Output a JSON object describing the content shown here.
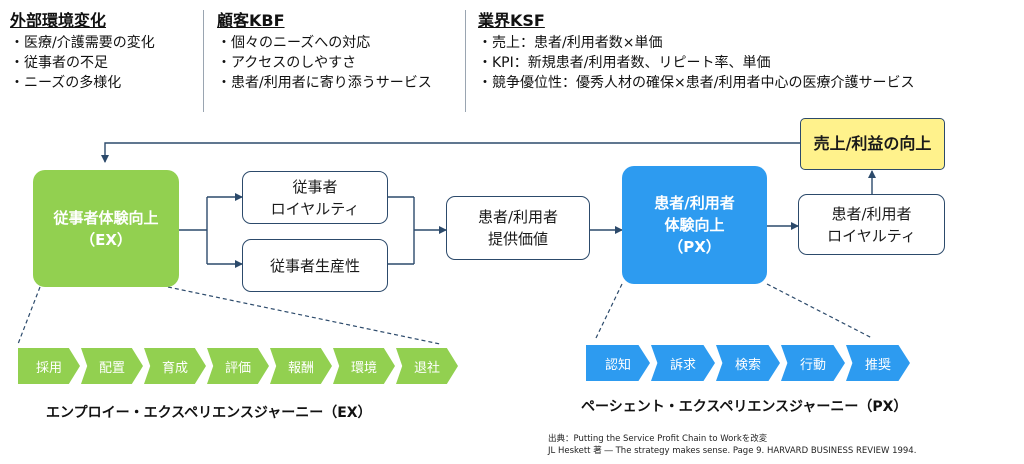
{
  "headers": {
    "external": {
      "title": "外部環境変化",
      "items": [
        "・医療/介護需要の変化",
        "・従事者の不足",
        "・ニーズの多様化"
      ]
    },
    "customer": {
      "title": "顧客KBF",
      "items": [
        "・個々のニーズへの対応",
        "・アクセスのしやすさ",
        "・患者/利用者に寄り添うサービス"
      ]
    },
    "industry": {
      "title": "業界KSF",
      "items": [
        "・売上：患者/利用者数×単価",
        "・KPI：新規患者/利用者数、リピート率、単価",
        "・競争優位性：優秀人材の確保×患者/利用者中心の医療介護サービス"
      ]
    }
  },
  "chain": {
    "ex": "従事者体験向上\n（EX）",
    "loyalty": "従事者\nロイヤルティ",
    "productivity": "従事者生産性",
    "value": "患者/利用者\n提供価値",
    "px": "患者/利用者\n体験向上\n（PX）",
    "patient_loyalty": "患者/利用者\nロイヤルティ",
    "revenue": "売上/利益の向上"
  },
  "employee_journey": {
    "label": "エンプロイー・エクスペリエンスジャーニー（EX）",
    "steps": [
      "採用",
      "配置",
      "育成",
      "評価",
      "報酬",
      "環境",
      "退社"
    ]
  },
  "patient_journey": {
    "label": "ペーシェント・エクスペリエンスジャーニー（PX）",
    "steps": [
      "認知",
      "訴求",
      "検索",
      "行動",
      "推奨"
    ]
  },
  "source": {
    "line1": "出典：Putting the Service Profit Chain to Workを改変",
    "line2": "JL Heskett 著 ― The strategy makes sense. Page 9. HARVARD BUSINESS REVIEW  1994."
  },
  "colors": {
    "green": "#92d050",
    "blue": "#2d9bf0",
    "yellow": "#fff28c",
    "border": "#2c4a6b"
  }
}
